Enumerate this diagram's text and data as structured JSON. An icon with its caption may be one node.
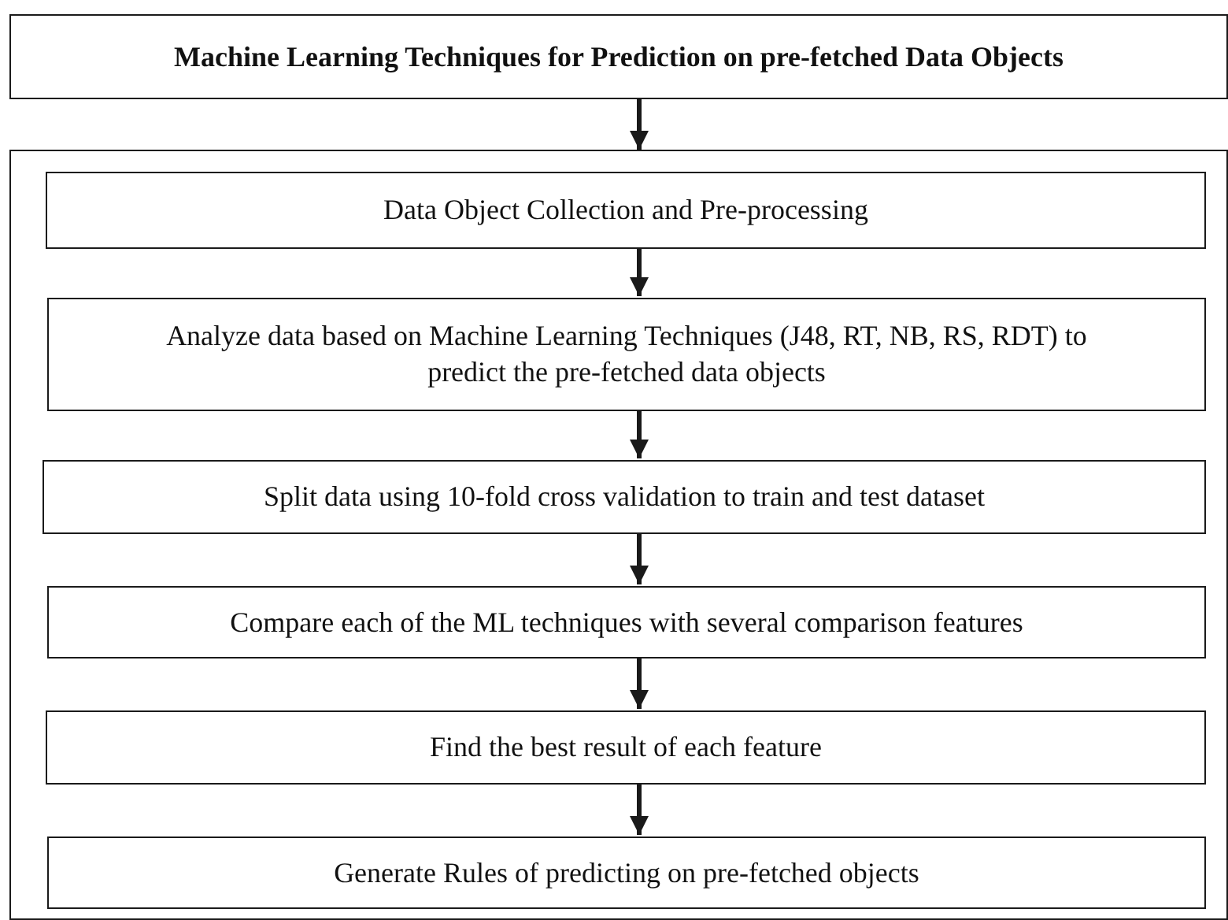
{
  "diagram": {
    "nodes": [
      {
        "text": [
          "Machine Learning Techniques for Prediction on pre-fetched Data Objects"
        ]
      },
      {
        "text": [],
        "shape": "box"
      },
      {
        "text": [
          "Data Object Collection and Pre-processing"
        ],
        "in": 1
      },
      {
        "text": [
          "Analyze data based on Machine Learning Techniques (J48, RT, NB, RS, RDT) to predict the pre-fetched data objects"
        ],
        "in": 1
      },
      {
        "text": [
          "Split data using 10-fold cross validation to train and test dataset"
        ],
        "in": 1
      },
      {
        "text": [
          "Compare each of the ML techniques with several comparison features"
        ],
        "in": 1
      },
      {
        "text": [
          "Find the best result of each feature"
        ],
        "in": 1
      },
      {
        "text": [
          "Generate Rules of predicting on pre-fetched objects"
        ],
        "in": 1
      }
    ],
    "edges": [
      {
        "from": 0,
        "to": 1,
        "arrow": "to"
      },
      {
        "from": 2,
        "to": 3,
        "arrow": "to"
      },
      {
        "from": 3,
        "to": 4,
        "arrow": "to"
      },
      {
        "from": 4,
        "to": 5,
        "arrow": "to"
      },
      {
        "from": 5,
        "to": 6,
        "arrow": "to"
      },
      {
        "from": 6,
        "to": 7,
        "arrow": "to"
      }
    ]
  }
}
